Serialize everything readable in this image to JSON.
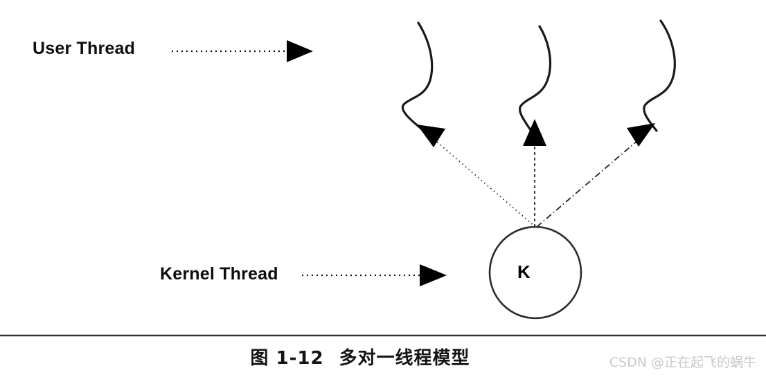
{
  "figure": {
    "caption_number": "图 1-12",
    "caption_title": "多对一线程模型",
    "watermark": "CSDN @正在起飞的蜗牛",
    "divider_color": "#333333"
  },
  "legend": {
    "user_thread_label": "User Thread",
    "kernel_thread_label": "Kernel Thread"
  },
  "kernel_node": {
    "letter": "K"
  },
  "chart_data": {
    "type": "diagram",
    "title": "多对一线程模型",
    "description": "Many-to-one thread model: three user threads mapped onto one kernel thread",
    "nodes": [
      {
        "id": "user-thread-1",
        "type": "user-thread",
        "shape": "wavy-line",
        "label": ""
      },
      {
        "id": "user-thread-2",
        "type": "user-thread",
        "shape": "wavy-line",
        "label": ""
      },
      {
        "id": "user-thread-3",
        "type": "user-thread",
        "shape": "wavy-line",
        "label": ""
      },
      {
        "id": "kernel-thread-1",
        "type": "kernel-thread",
        "shape": "circle",
        "label": "K"
      }
    ],
    "edges": [
      {
        "from": "kernel-thread-1",
        "to": "user-thread-1",
        "style": "dotted",
        "arrow": "to"
      },
      {
        "from": "kernel-thread-1",
        "to": "user-thread-2",
        "style": "dashed",
        "arrow": "to"
      },
      {
        "from": "kernel-thread-1",
        "to": "user-thread-3",
        "style": "dash-dot",
        "arrow": "to"
      }
    ],
    "legend_pointers": [
      {
        "label": "User Thread",
        "style": "dotted",
        "arrow": "to"
      },
      {
        "label": "Kernel Thread",
        "style": "dotted",
        "arrow": "to"
      }
    ]
  }
}
